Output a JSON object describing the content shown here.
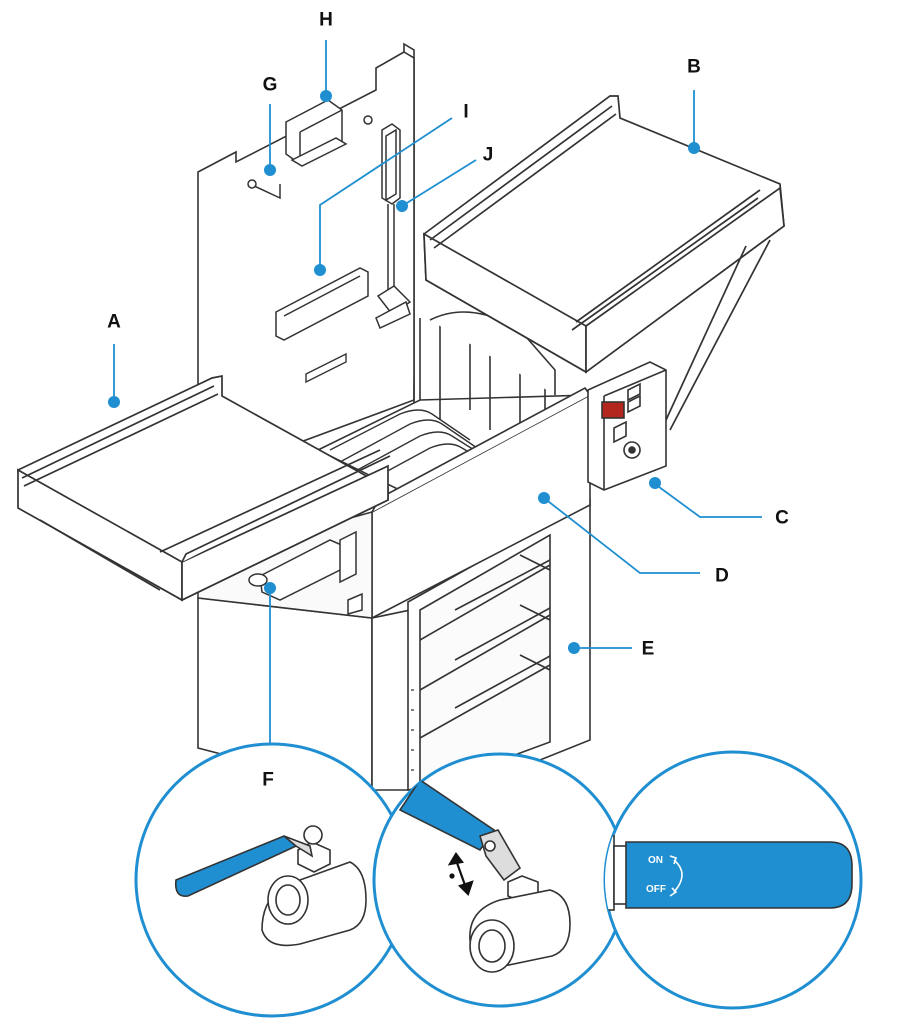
{
  "labels": {
    "a": "A",
    "b": "B",
    "c": "C",
    "d": "D",
    "e": "E",
    "f": "F",
    "g": "G",
    "h": "H",
    "i": "I",
    "j": "J"
  },
  "switch": {
    "on": "ON",
    "off": "OFF"
  },
  "colors": {
    "accent": "#1f8fd1",
    "handle": "#1f8fd1",
    "line": "#333333"
  }
}
